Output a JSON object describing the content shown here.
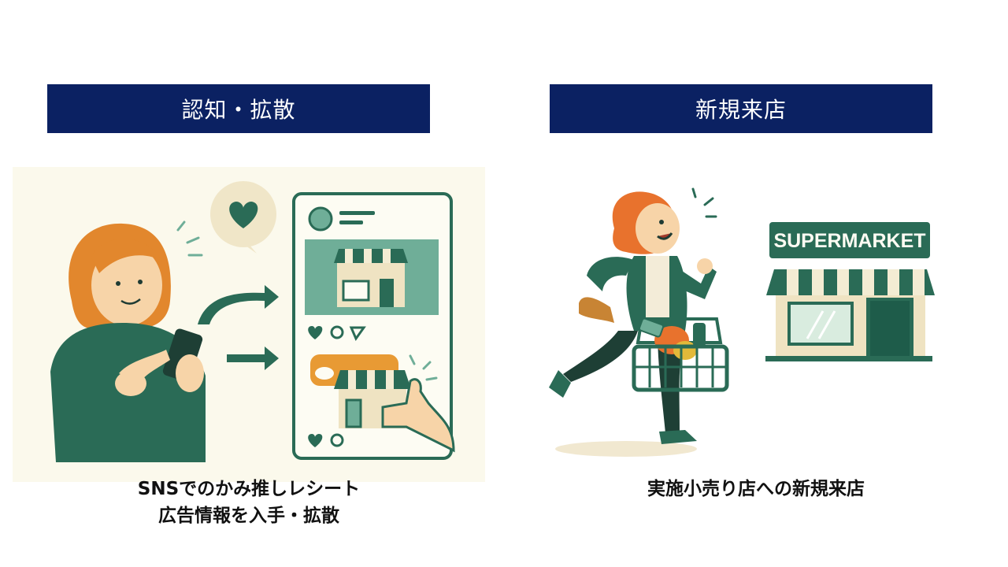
{
  "left_panel": {
    "heading": "認知・拡散",
    "caption_line1": "SNSでのかみ推しレシート",
    "caption_line2": "広告情報を入手・拡散"
  },
  "right_panel": {
    "heading": "新規来店",
    "store_sign": "SUPERMARKET",
    "caption": "実施小売り店への新規来店"
  },
  "colors": {
    "heading_bg": "#0b2162",
    "brand_green": "#2a6b56",
    "accent_orange": "#e88a2c",
    "cream": "#f6f4e3"
  }
}
